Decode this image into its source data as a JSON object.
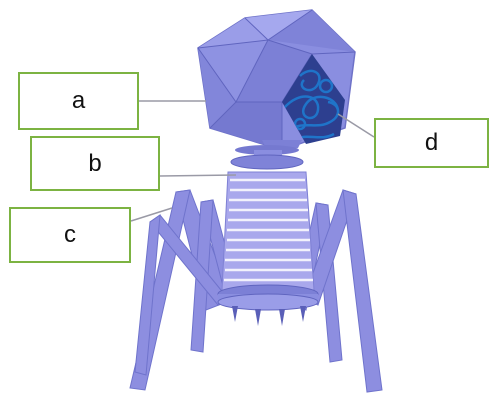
{
  "diagram": {
    "subject": "bacteriophage",
    "labels": {
      "a": "a",
      "b": "b",
      "c": "c",
      "d": "d"
    },
    "colors": {
      "capsid": "#8a8ee0",
      "capsid_dark": "#6f73cc",
      "tail": "#a9a8ec",
      "legs": "#8d8ee0",
      "dna": "#1f74c9",
      "box_border": "#7cb342"
    }
  }
}
